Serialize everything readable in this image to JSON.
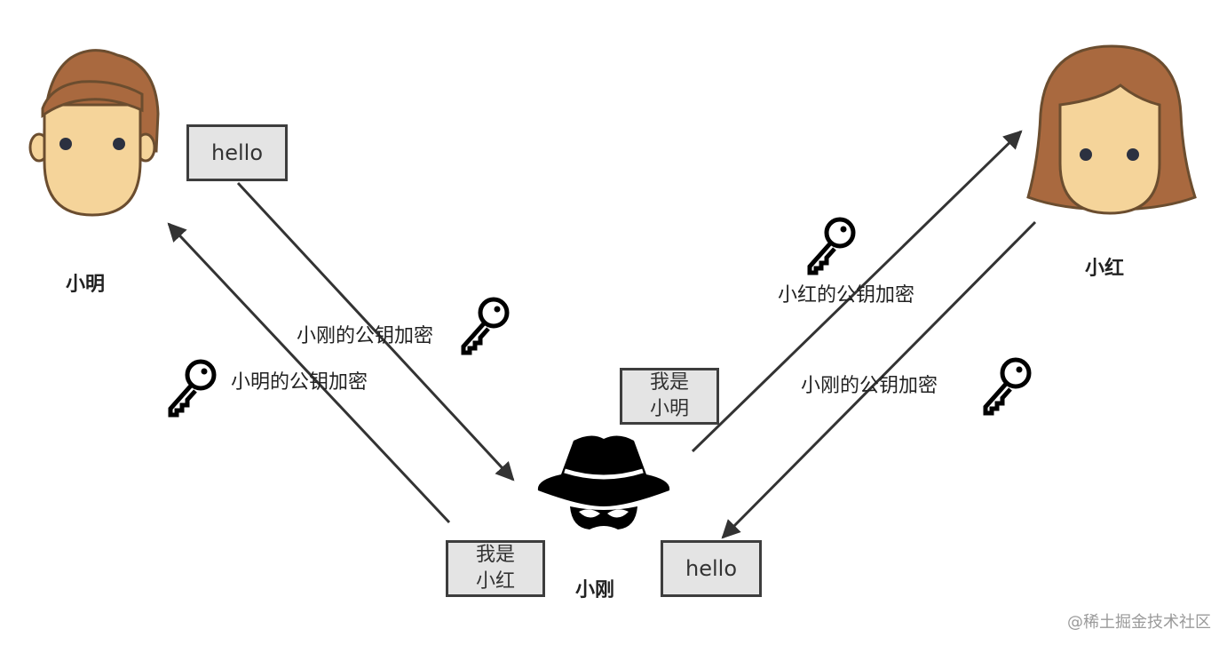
{
  "people": {
    "left": {
      "name": "小明"
    },
    "right": {
      "name": "小红"
    },
    "middle": {
      "name": "小刚"
    }
  },
  "messages": {
    "top_left": "hello",
    "bottom_right": "hello",
    "forged_to_ming": [
      "我是",
      "小红"
    ],
    "forged_to_hong": [
      "我是",
      "小明"
    ]
  },
  "labels": {
    "ming_to_gang": "小刚的公钥加密",
    "gang_to_ming": "小明的公钥加密",
    "gang_to_hong": "小红的公钥加密",
    "hong_to_gang": "小刚的公钥加密"
  },
  "icons": {
    "male_avatar": "male-avatar-icon",
    "female_avatar": "female-avatar-icon",
    "spy": "spy-icon",
    "key": "key-icon"
  },
  "colors": {
    "skin": "#f5d49a",
    "hair": "#a9693f",
    "outline": "#6b4d2f",
    "box_fill": "#e4e4e4",
    "arrow": "#333333"
  },
  "watermark": "@稀土掘金技术社区"
}
